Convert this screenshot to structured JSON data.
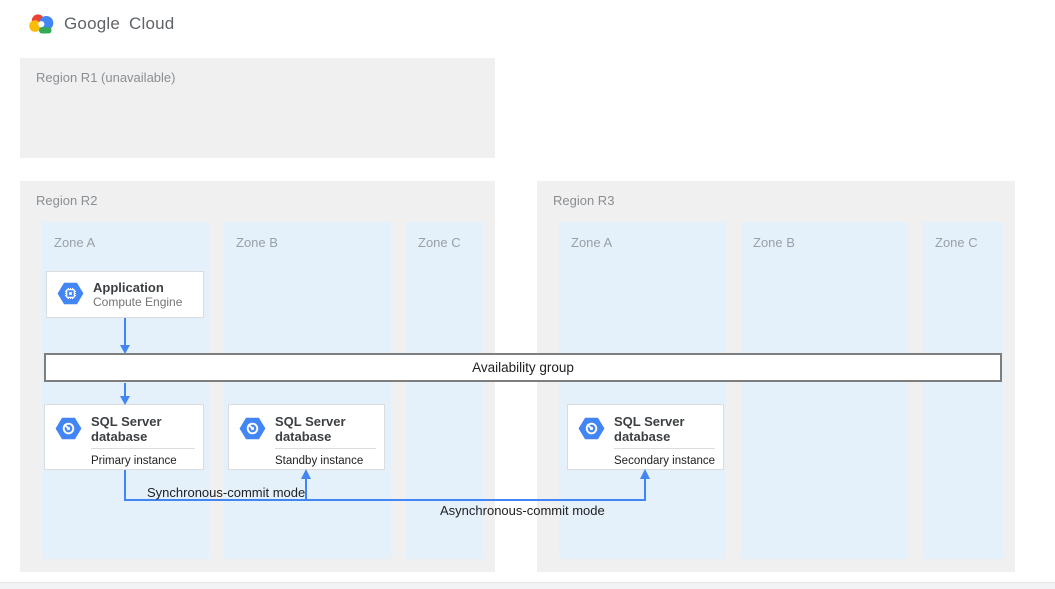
{
  "header": {
    "logo_word_1": "Google",
    "logo_word_2": "Cloud"
  },
  "regions": {
    "r1": {
      "label": "Region R1 (unavailable)"
    },
    "r2": {
      "label": "Region R2",
      "zones": [
        "Zone A",
        "Zone B",
        "Zone C"
      ]
    },
    "r3": {
      "label": "Region R3",
      "zones": [
        "Zone A",
        "Zone B",
        "Zone C"
      ]
    }
  },
  "nodes": {
    "application": {
      "title": "Application",
      "subtitle": "Compute Engine",
      "icon": "compute-engine-icon"
    },
    "availability_group": {
      "label": "Availability group"
    },
    "primary": {
      "title": "SQL Server database",
      "instance": "Primary instance",
      "icon": "sql-server-database-icon"
    },
    "standby": {
      "title": "SQL Server database",
      "instance": "Standby instance",
      "icon": "sql-server-database-icon"
    },
    "secondary": {
      "title": "SQL Server database",
      "instance": "Secondary instance",
      "icon": "sql-server-database-icon"
    }
  },
  "connections": {
    "sync_label": "Synchronous-commit mode",
    "async_label": "Asynchronous-commit mode"
  },
  "colors": {
    "region_bg": "#f0f0f0",
    "zone_bg": "#e4f1fb",
    "arrow_blue": "#4285f4",
    "icon_hexagon_blue": "#4285f4",
    "availability_border": "#7e7e7e",
    "google_red": "#ea4335",
    "google_yellow": "#fbbc05",
    "google_green": "#34a853",
    "google_blue": "#4285f4"
  }
}
